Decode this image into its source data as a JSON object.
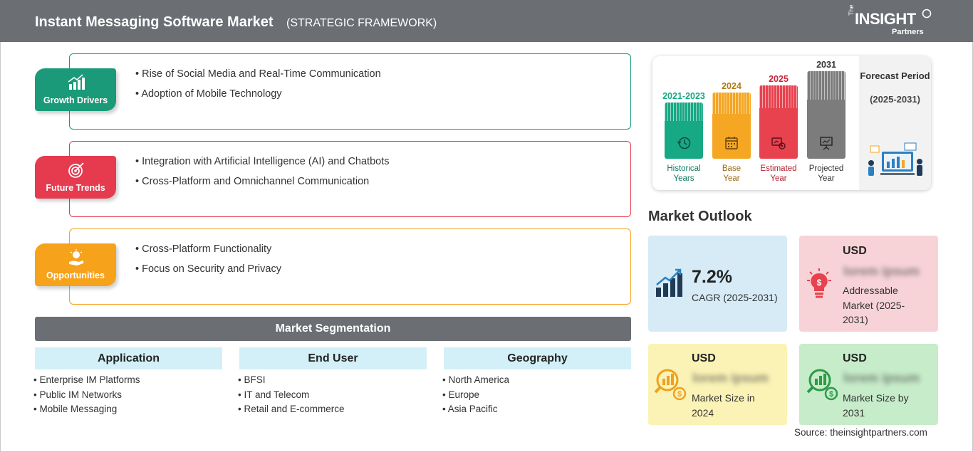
{
  "header": {
    "title": "Instant Messaging Software Market",
    "subtitle": "(STRATEGIC FRAMEWORK)",
    "logo": {
      "the": "The",
      "main": "INSIGHT",
      "sub": "Partners"
    }
  },
  "framework": [
    {
      "label": "Growth Drivers",
      "color": "#1a9a78",
      "icon": "growth-chart-icon",
      "items": [
        "Rise of Social Media and Real-Time Communication",
        "Adoption of Mobile Technology"
      ]
    },
    {
      "label": "Future Trends",
      "color": "#e63a4f",
      "icon": "target-icon",
      "items": [
        "Integration with Artificial Intelligence (AI) and Chatbots",
        "Cross-Platform and Omnichannel Communication"
      ]
    },
    {
      "label": "Opportunities",
      "color": "#f7a21b",
      "icon": "lightbulb-hand-icon",
      "items": [
        "Cross-Platform Functionality",
        "Focus on Security and Privacy"
      ]
    }
  ],
  "segmentation": {
    "title": "Market Segmentation",
    "columns": [
      {
        "heading": "Application",
        "items": [
          "Enterprise IM Platforms",
          "Public IM Networks",
          "Mobile Messaging"
        ]
      },
      {
        "heading": "End User",
        "items": [
          "BFSI",
          "IT and Telecom",
          "Retail and E-commerce"
        ]
      },
      {
        "heading": "Geography",
        "items": [
          "North America",
          "Europe",
          "Asia Pacific"
        ]
      }
    ]
  },
  "timeline": {
    "forecast_title": "Forecast Period",
    "forecast_range": "(2025-2031)",
    "bars": [
      {
        "year": "2021-2023",
        "caption_line1": "Historical",
        "caption_line2": "Years",
        "color": "#17a884",
        "year_color": "#17a884",
        "icon": "history-clock-icon"
      },
      {
        "year": "2024",
        "caption_line1": "Base",
        "caption_line2": "Year",
        "color": "#f5a623",
        "year_color": "#b27a14",
        "icon": "calendar-icon"
      },
      {
        "year": "2025",
        "caption_line1": "Estimated",
        "caption_line2": "Year",
        "color": "#e8424f",
        "year_color": "#c5283a",
        "icon": "estimate-gears-icon"
      },
      {
        "year": "2031",
        "caption_line1": "Projected",
        "caption_line2": "Year",
        "color": "#7c7c7c",
        "year_color": "#333333",
        "icon": "presentation-board-icon"
      }
    ]
  },
  "outlook": {
    "title": "Market Outlook",
    "cagr": {
      "value": "7.2%",
      "label": "CAGR (2025-2031)",
      "bg": "#d6ebf6",
      "icon": "growth-bars-icon"
    },
    "addressable": {
      "usd": "USD",
      "blurred": "lorem ipsum",
      "label_lines": [
        "Addressable",
        "Market (2025-",
        "2031)"
      ],
      "bg": "#f7d3d7",
      "icon": "dollar-bulb-icon"
    },
    "size2024": {
      "usd": "USD",
      "blurred": "lorem ipsum",
      "label_lines": [
        "Market Size in",
        "2024"
      ],
      "bg": "#fbf3b5",
      "icon": "magnifier-coins-icon"
    },
    "size2031": {
      "usd": "USD",
      "blurred": "lorem ipsum",
      "label_lines": [
        "Market Size by",
        "2031"
      ],
      "bg": "#c6ecc9",
      "icon": "magnifier-chart-icon"
    }
  },
  "source": "Source: theinsightpartners.com"
}
